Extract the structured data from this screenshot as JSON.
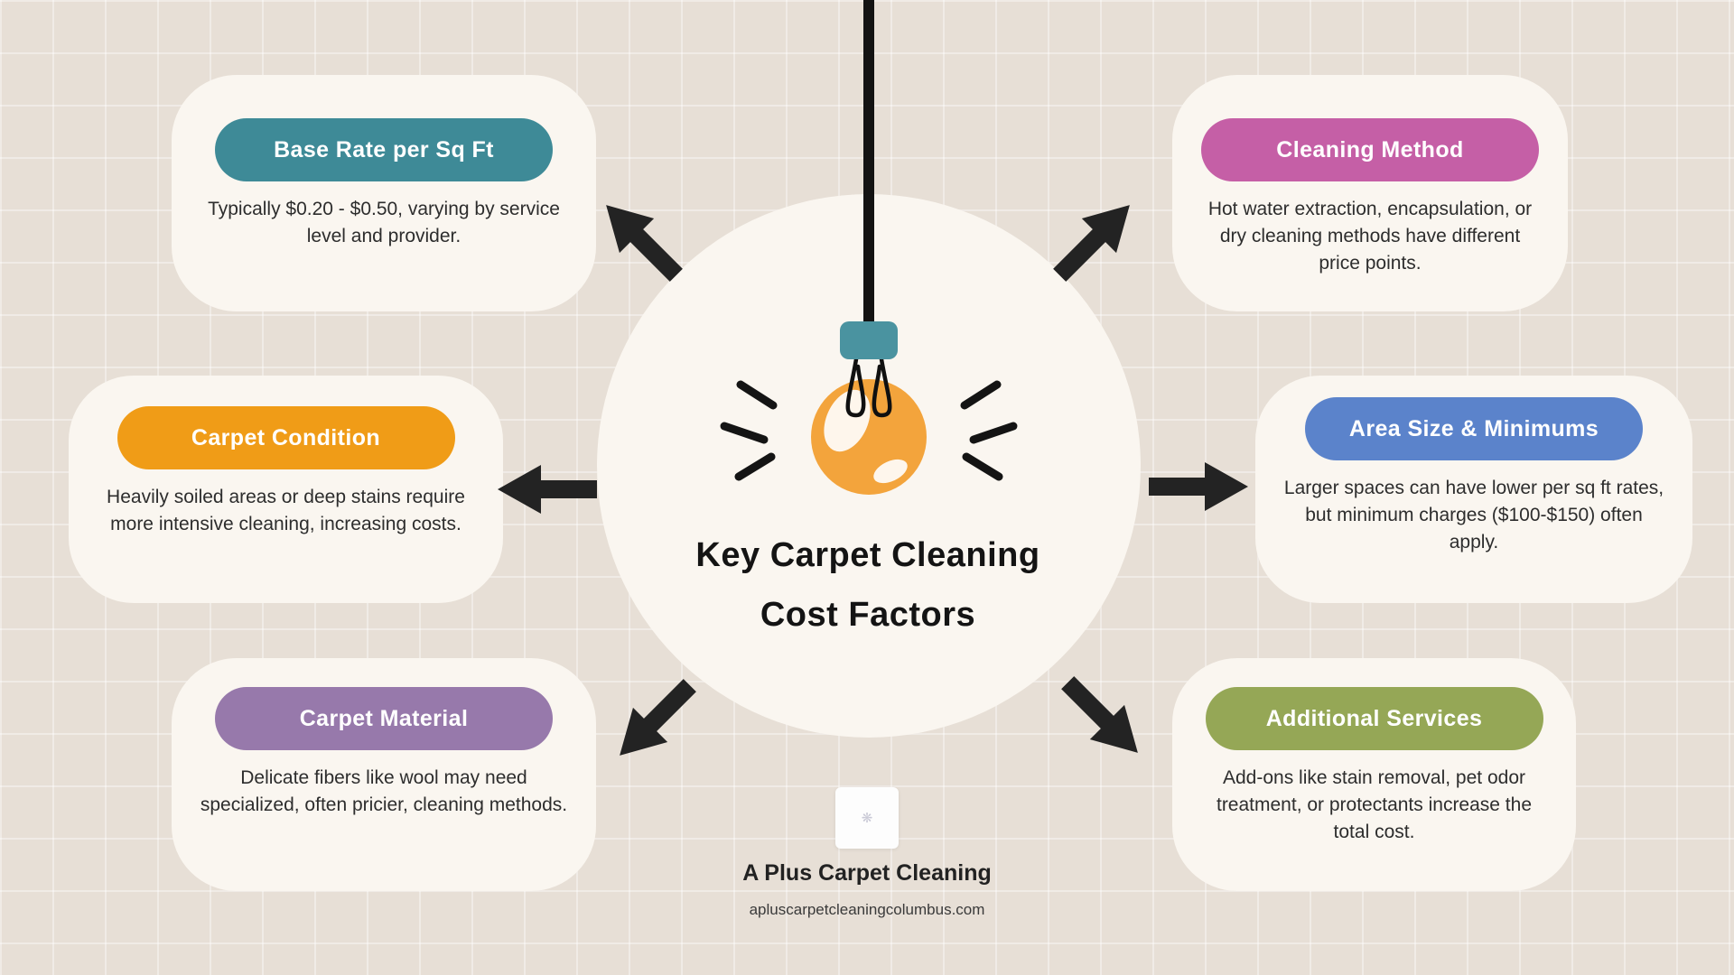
{
  "page": {
    "background_color": "#e7dfd6",
    "card_background": "#faf6f0",
    "arrow_color": "#232323"
  },
  "center": {
    "title_lines": [
      "Key Carpet Cleaning",
      "Cost Factors"
    ],
    "bulb": {
      "cap_color": "#4a93a0",
      "glass_color": "#f3a43c",
      "cord_color": "#131313"
    }
  },
  "cards": [
    {
      "title": "Base Rate per Sq Ft",
      "body": "Typically $0.20 - $0.50, varying by service level and provider.",
      "color": "#3e8a97"
    },
    {
      "title": "Cleaning Method",
      "body": "Hot water extraction, encapsulation, or dry cleaning methods have different price points.",
      "color": "#c55fa6"
    },
    {
      "title": "Carpet Condition",
      "body": "Heavily soiled areas or deep stains require more intensive cleaning, increasing costs.",
      "color": "#f09c17"
    },
    {
      "title": "Area Size & Minimums",
      "body": "Larger spaces can have lower per sq ft rates, but minimum charges ($100-$150) often apply.",
      "color": "#5b83cb"
    },
    {
      "title": "Carpet Material",
      "body": "Delicate fibers like wool may need specialized, often pricier, cleaning methods.",
      "color": "#9779ab"
    },
    {
      "title": "Additional Services",
      "body": "Add-ons like stain removal, pet odor treatment, or protectants increase the total cost.",
      "color": "#95a756"
    }
  ],
  "footer": {
    "brand": "A Plus Carpet Cleaning",
    "website": "apluscarpetcleaningcolumbus.com"
  }
}
